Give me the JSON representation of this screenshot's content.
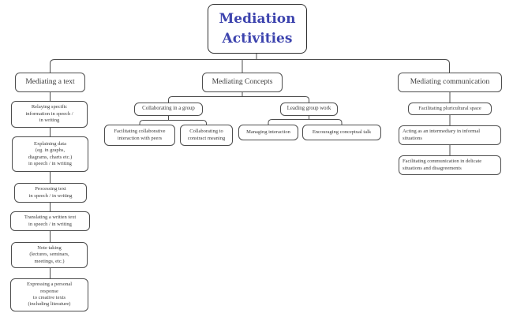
{
  "colors": {
    "accent": "#3d44ae",
    "line": "#4d4d4d",
    "ink": "#3a3a3a",
    "title-border": "#2f2f2f",
    "bg": "#ffffff"
  },
  "tree": {
    "root": "Mediation\nActivities",
    "text": {
      "header": "Mediating a text",
      "items": [
        "Relaying specific\ninformation in speech /\nin writing",
        "Explaining data\n(eg. in graphs,\ndiagrams, charts etc.)\nin speech / in writing",
        "Processing text\nin speech / in writing",
        "Translating a written text\nin speech / in writing",
        "Note taking\n(lectures, seminars,\nmeetings, etc.)",
        "Expressing a personal\nresponse\nto creative texts\n(including literature)"
      ]
    },
    "concepts": {
      "header": "Mediating Concepts",
      "collab": {
        "header": "Collaborating in a group",
        "items": [
          "Facilitating collaborative\ninteraction with peers",
          "Collaborating to\nconstract meaning"
        ]
      },
      "leading": {
        "header": "Leading group work",
        "items": [
          "Managing interaction",
          "Encouraging conceptual talk"
        ]
      }
    },
    "communication": {
      "header": "Mediating communication",
      "items": [
        "Facilitating pluricultural space",
        "Acting as an intermediary in informal\nsituations",
        "Facilitating communication in delicate\nsituations and disagreements"
      ]
    }
  }
}
